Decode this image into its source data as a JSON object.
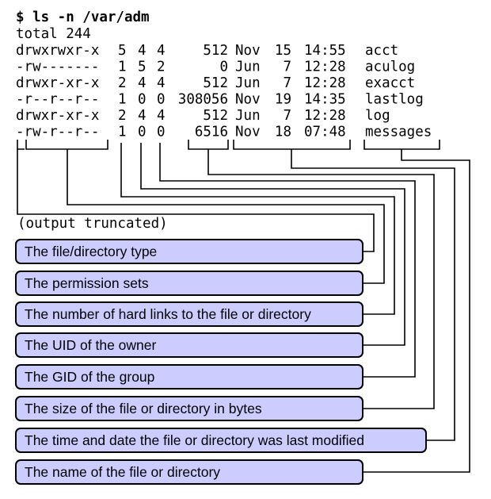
{
  "command": "$ ls -n /var/adm",
  "total_line": "total 244",
  "rows": [
    {
      "perm": "drwxrwxr-x",
      "links": "5",
      "uid": "4",
      "gid": "4",
      "size": "512",
      "month": "Nov",
      "day": "15",
      "time": "14:55",
      "name": "acct"
    },
    {
      "perm": "-rw-------",
      "links": "1",
      "uid": "5",
      "gid": "2",
      "size": "0",
      "month": "Jun",
      "day": "7",
      "time": "12:28",
      "name": "aculog"
    },
    {
      "perm": "drwxr-xr-x",
      "links": "2",
      "uid": "4",
      "gid": "4",
      "size": "512",
      "month": "Jun",
      "day": "7",
      "time": "12:28",
      "name": "exacct"
    },
    {
      "perm": "-r--r--r--",
      "links": "1",
      "uid": "0",
      "gid": "0",
      "size": "308056",
      "month": "Nov",
      "day": "19",
      "time": "14:35",
      "name": "lastlog"
    },
    {
      "perm": "drwxr-xr-x",
      "links": "2",
      "uid": "4",
      "gid": "4",
      "size": "512",
      "month": "Jun",
      "day": "7",
      "time": "12:28",
      "name": "log"
    },
    {
      "perm": "-rw-r--r--",
      "links": "1",
      "uid": "0",
      "gid": "0",
      "size": "6516",
      "month": "Nov",
      "day": "18",
      "time": "07:48",
      "name": "messages"
    }
  ],
  "truncated_note": "(output truncated)",
  "labels": [
    "The file/directory type",
    "The permission sets",
    "The number of hard links to the file or directory",
    "The UID of the owner",
    "The GID of the group",
    "The size of the file or directory in bytes",
    "The time and date the file or directory was last modified",
    "The name of the file or directory"
  ],
  "colors": {
    "box_fill": "#ccccff",
    "ink": "#000000"
  }
}
